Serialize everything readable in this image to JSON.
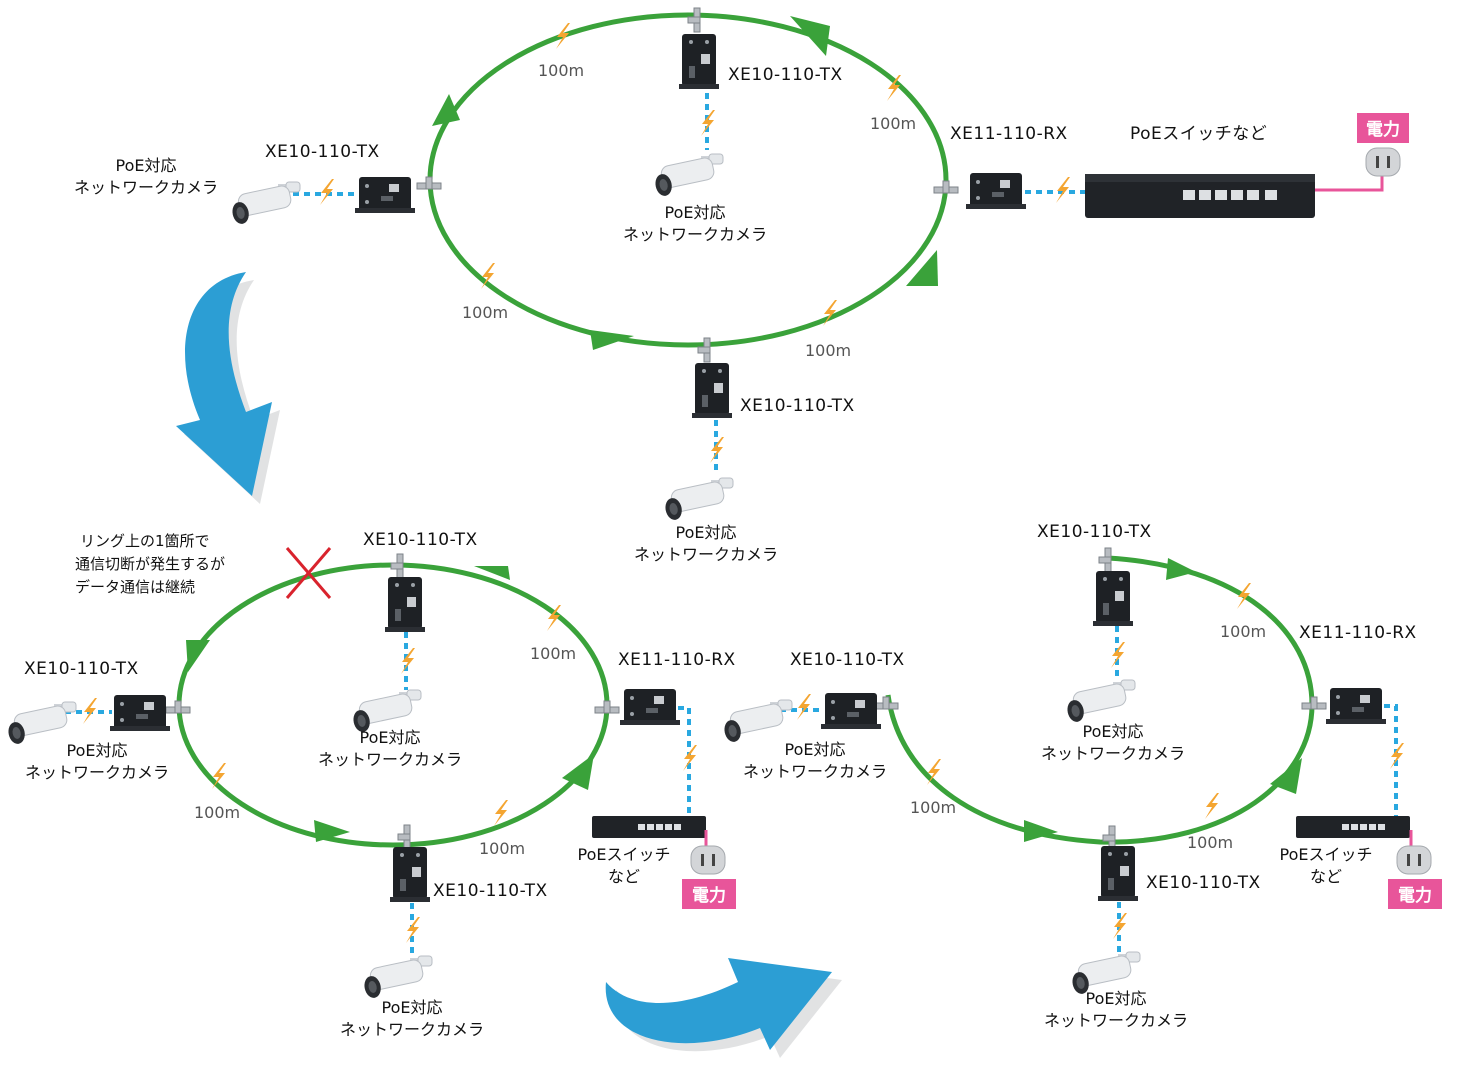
{
  "colors": {
    "ring": "#3aa23a",
    "bolt": "#f4a531",
    "cable": "#29a8e0",
    "power_line": "#e8559a",
    "power_badge": "#e8559a",
    "flow_arrow": "#2c9ed4",
    "break_mark": "#d9232d",
    "device": "#1e2125"
  },
  "texts": {
    "tx": "XE10-110-TX",
    "rx": "XE11-110-RX",
    "cam_line1": "PoE対応",
    "cam_line2": "ネットワークカメラ",
    "dist": "100m",
    "switch_full": "PoEスイッチなど",
    "switch_line1": "PoEスイッチ",
    "switch_line2": "など",
    "power": "電力",
    "note_line1": "リング上の1箇所で",
    "note_line2": "通信切断が発生するが",
    "note_line3": "データ通信は継続"
  },
  "icons": {
    "bolt": "lightning-bolt-icon",
    "camera": "camera-icon",
    "outlet": "outlet-icon",
    "cross": "cross-icon",
    "flow": "flow-arrow-icon"
  }
}
